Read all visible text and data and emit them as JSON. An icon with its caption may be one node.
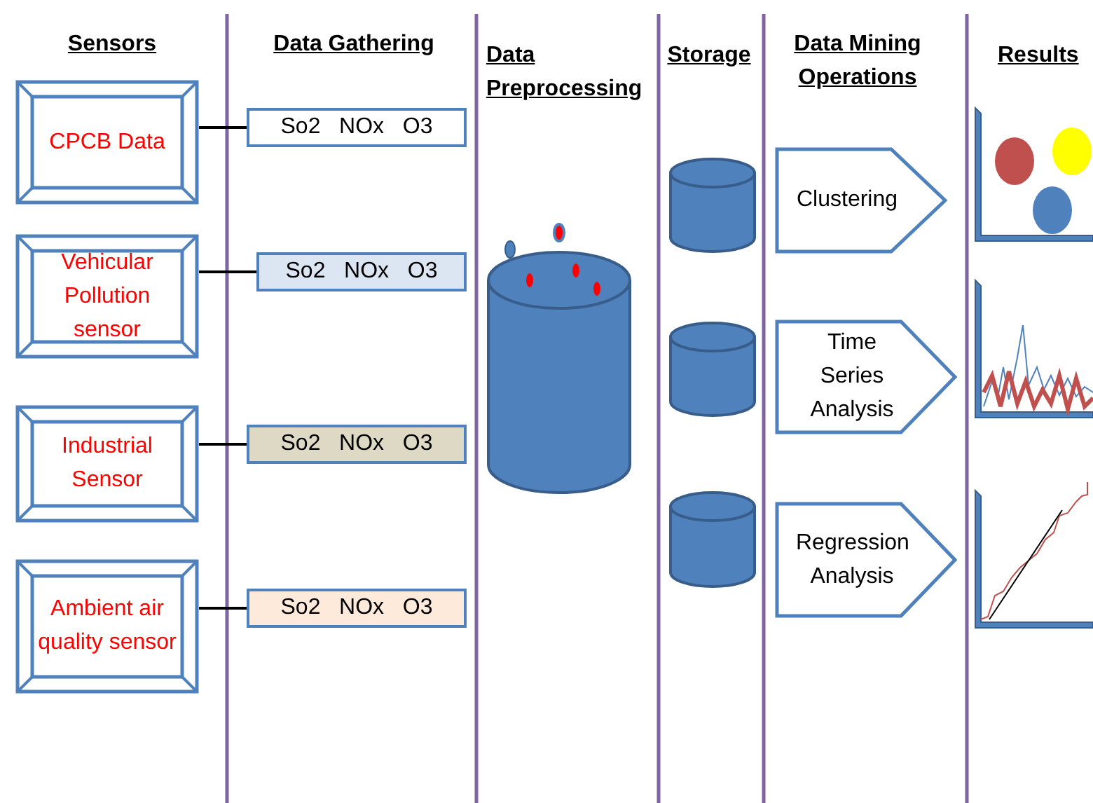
{
  "diagram": {
    "nodes": [
      {
        "text": [
          "CPCB Data"
        ]
      },
      {
        "text": [
          "Vehicular Pollution sensor"
        ]
      },
      {
        "text": [
          "Industrial Sensor"
        ]
      },
      {
        "text": [
          "Ambient air quality sensor"
        ]
      },
      {
        "text": [
          "So2   NOx   O3"
        ]
      },
      {
        "text": [
          "So2   NOx   O3"
        ]
      },
      {
        "text": [
          "So2   NOx   O3"
        ]
      },
      {
        "text": [
          "So2   NOx   O3"
        ]
      },
      {
        "text": [],
        "shape": "cylinder"
      },
      {
        "text": [],
        "shape": "cylinder"
      },
      {
        "text": [],
        "shape": "cylinder"
      },
      {
        "text": [],
        "shape": "cylinder"
      },
      {
        "text": [
          "Clustering"
        ]
      },
      {
        "text": [
          "Time Series Analysis"
        ]
      },
      {
        "text": [
          "Regression Analysis"
        ]
      }
    ],
    "edges": [
      {
        "from": 0,
        "to": 4,
        "arrow": "none"
      },
      {
        "from": 1,
        "to": 5,
        "arrow": "none"
      },
      {
        "from": 2,
        "to": 6,
        "arrow": "none"
      },
      {
        "from": 3,
        "to": 7,
        "arrow": "none"
      }
    ],
    "labels": [
      "Sensors",
      "Data Gathering",
      "Data Preprocessing",
      "Storage",
      "Data Mining Operations",
      "Results"
    ]
  }
}
